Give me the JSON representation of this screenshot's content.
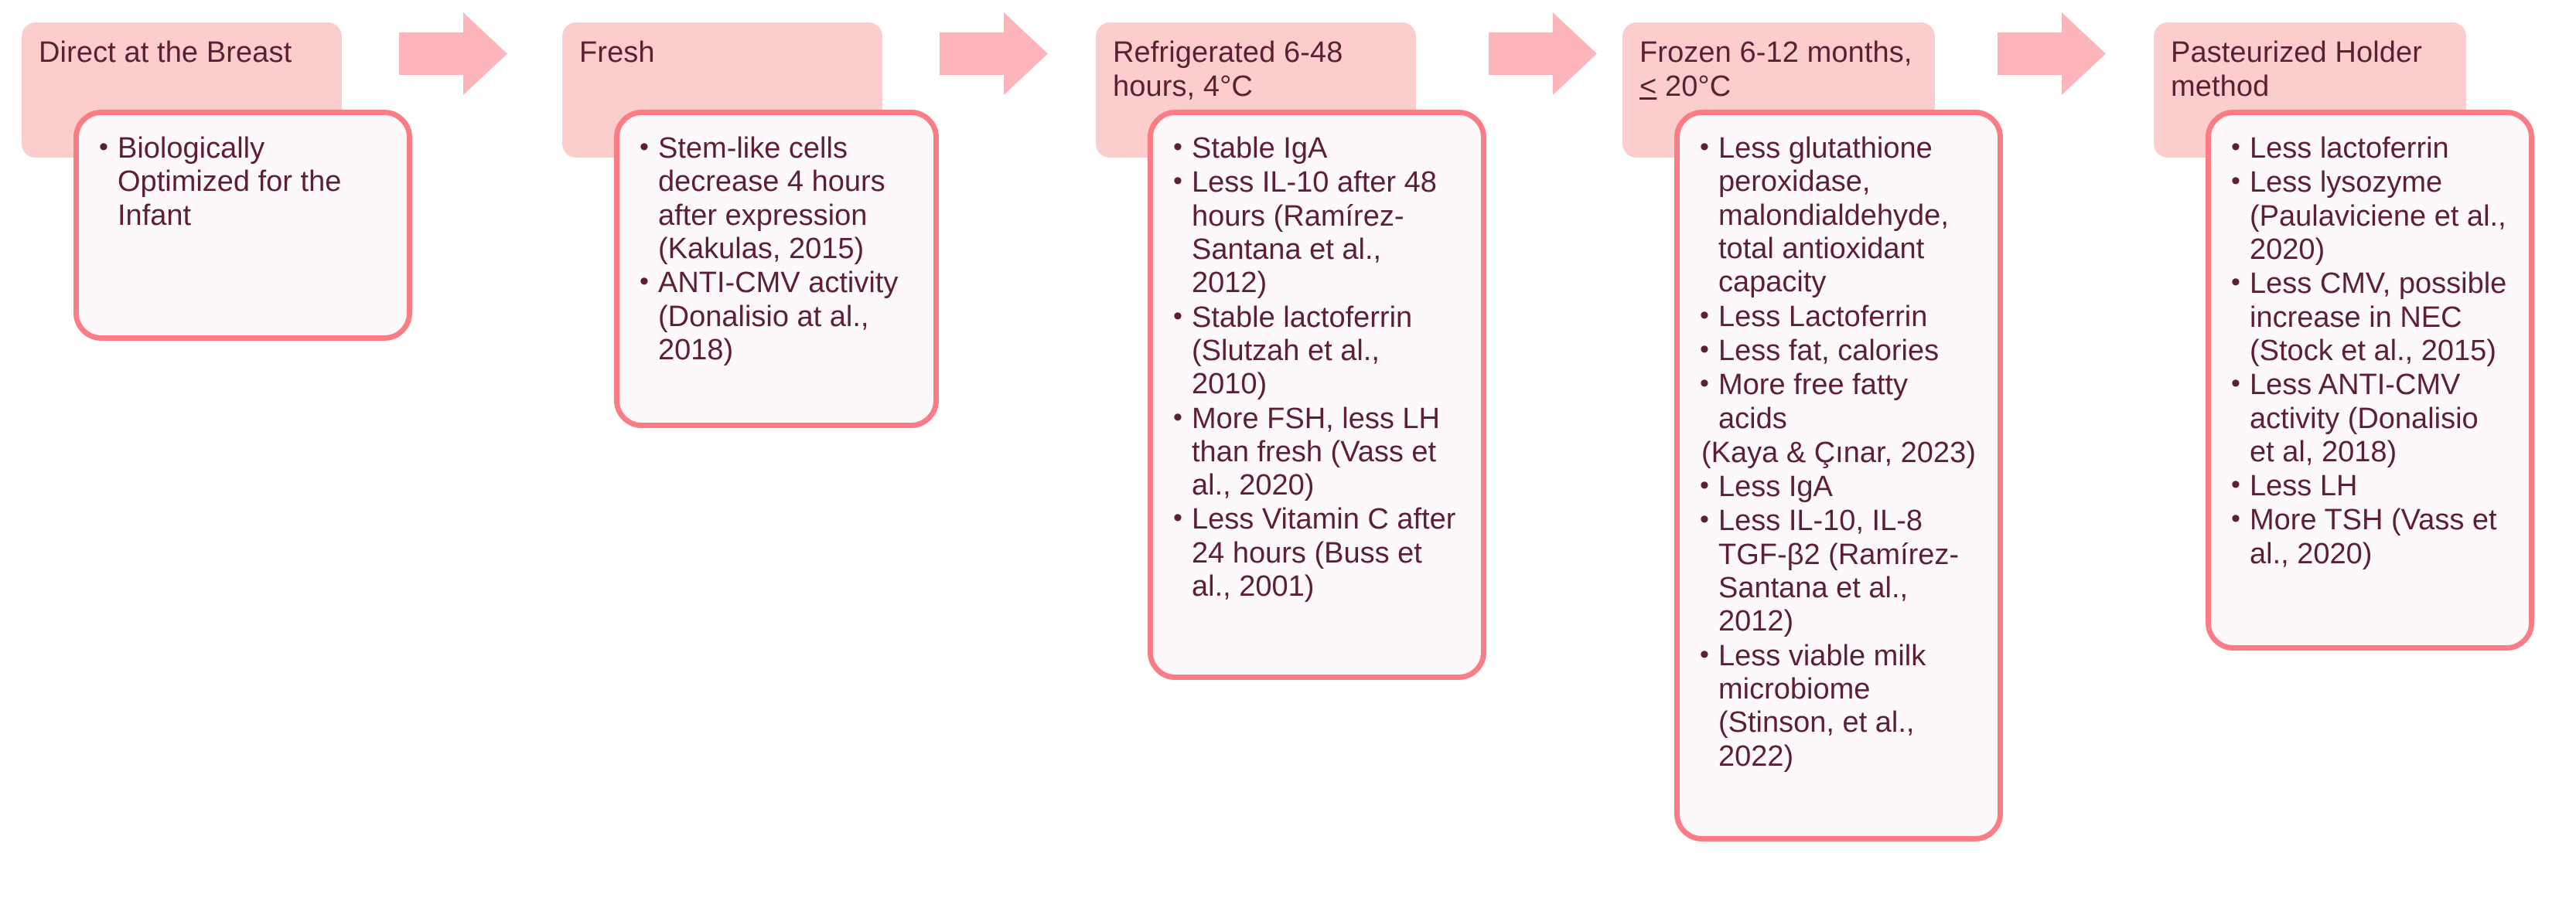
{
  "colors": {
    "header_fill": "#fbcdcd",
    "body_fill": "#fdf9fa",
    "body_border": "#fa7c85",
    "arrow_fill": "#fcb6bb",
    "text": "#5c1f33",
    "background": "#ffffff"
  },
  "diagram": {
    "type": "process-flow",
    "orientation": "left-to-right",
    "stage_count": 5,
    "arrow_count": 4
  },
  "stages": [
    {
      "id": "direct-at-the-breast",
      "header": "Direct at the Breast",
      "items": [
        {
          "text": "Biologically Optimized for the Infant",
          "bullet": true
        }
      ]
    },
    {
      "id": "fresh",
      "header": "Fresh",
      "items": [
        {
          "text": "Stem-like cells decrease 4 hours after expression (Kakulas, 2015)",
          "bullet": true
        },
        {
          "text": "ANTI-CMV activity (Donalisio at al., 2018)",
          "bullet": true
        }
      ]
    },
    {
      "id": "refrigerated",
      "header": "Refrigerated 6-48 hours, 4°C",
      "items": [
        {
          "text": "Stable IgA",
          "bullet": true
        },
        {
          "text": "Less IL-10 after 48 hours (Ramírez-Santana et al., 2012)",
          "bullet": true
        },
        {
          "text": "Stable lactoferrin (Slutzah et al., 2010)",
          "bullet": true
        },
        {
          "text": "More FSH, less LH than fresh (Vass et al., 2020)",
          "bullet": true
        },
        {
          "text": "Less Vitamin C after 24 hours (Buss et al., 2001)",
          "bullet": true
        }
      ]
    },
    {
      "id": "frozen",
      "header_line1": "Frozen 6-12 months,",
      "header_line2_symbol": "<",
      "header_line2_rest": " 20°C",
      "header": "Frozen 6-12 months, ≤ 20°C",
      "items": [
        {
          "text": "Less glutathione peroxidase, malondialdehyde, total antioxidant capacity",
          "bullet": true
        },
        {
          "text": "Less Lactoferrin",
          "bullet": true
        },
        {
          "text": "Less fat, calories",
          "bullet": true
        },
        {
          "text": "More free fatty acids",
          "bullet": true
        },
        {
          "text": "(Kaya & Çınar, 2023)",
          "bullet": false
        },
        {
          "text": "Less IgA",
          "bullet": true
        },
        {
          "text": "Less IL-10, IL-8 TGF-β2 (Ramírez-Santana et al., 2012)",
          "bullet": true
        },
        {
          "text": "Less viable milk microbiome (Stinson, et al., 2022)",
          "bullet": true
        }
      ]
    },
    {
      "id": "pasteurized-holder-method",
      "header": "Pasteurized Holder method",
      "items": [
        {
          "text": "Less lactoferrin",
          "bullet": true
        },
        {
          "text": "Less lysozyme (Paulaviciene et al., 2020)",
          "bullet": true
        },
        {
          "text": "Less CMV, possible increase in NEC (Stock et al., 2015)",
          "bullet": true
        },
        {
          "text": "Less ANTI-CMV activity (Donalisio et al, 2018)",
          "bullet": true
        },
        {
          "text": "Less LH",
          "bullet": true
        },
        {
          "text": "More TSH (Vass et al., 2020)",
          "bullet": true
        }
      ]
    }
  ],
  "arrows": [
    {
      "id": "arrow-1",
      "from": "direct-at-the-breast",
      "to": "fresh",
      "direction": "right"
    },
    {
      "id": "arrow-2",
      "from": "fresh",
      "to": "refrigerated",
      "direction": "right"
    },
    {
      "id": "arrow-3",
      "from": "refrigerated",
      "to": "frozen",
      "direction": "right"
    },
    {
      "id": "arrow-4",
      "from": "frozen",
      "to": "pasteurized-holder-method",
      "direction": "right"
    }
  ]
}
